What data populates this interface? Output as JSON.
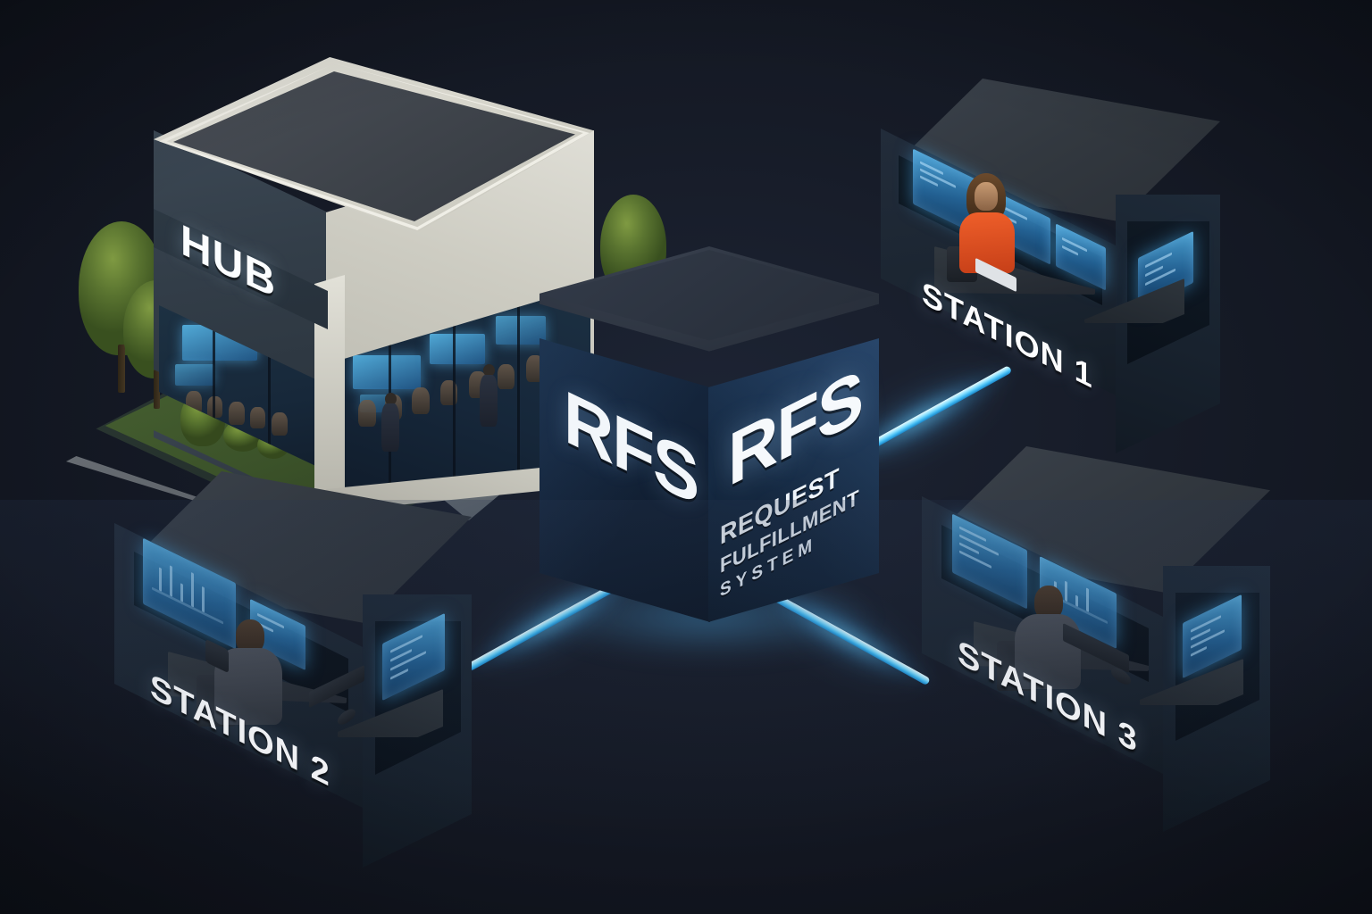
{
  "scene": {
    "title": "RFS Request Fulfillment System network diagram",
    "background_color": "#11151f",
    "accent_color": "#5ec8f7",
    "glow_color": "#8fe2ff"
  },
  "hub": {
    "sign_label": "HUB",
    "name": "hub-building",
    "description": "Isometric beige office building with dark fascia, glass storefront, trees and people"
  },
  "cube": {
    "name": "rfs-core-cube",
    "face_left_label": "RFS",
    "face_right_label": "RFS",
    "subtitle_line_1": "REQUEST",
    "subtitle_line_2": "FULFILLMENT",
    "subtitle_line_3": "SYSTEM"
  },
  "stations": [
    {
      "id": "station-1",
      "label": "STATION 1",
      "worker": "female-operator-orange-top",
      "monitor_count": 5
    },
    {
      "id": "station-2",
      "label": "STATION 2",
      "worker": "male-operator-dark-shirt",
      "monitor_count": 4
    },
    {
      "id": "station-3",
      "label": "STATION 3",
      "worker": "male-operator-grey-shirt",
      "monitor_count": 4
    }
  ],
  "connections": [
    {
      "name": "beam-cube-to-station-1",
      "from": "rfs-core-cube",
      "to": "station-1",
      "color": "#6fd4ff"
    },
    {
      "name": "beam-cube-to-station-2",
      "from": "rfs-core-cube",
      "to": "station-2",
      "color": "#6fd4ff"
    },
    {
      "name": "beam-cube-to-station-3",
      "from": "rfs-core-cube",
      "to": "station-3",
      "color": "#6fd4ff"
    }
  ]
}
